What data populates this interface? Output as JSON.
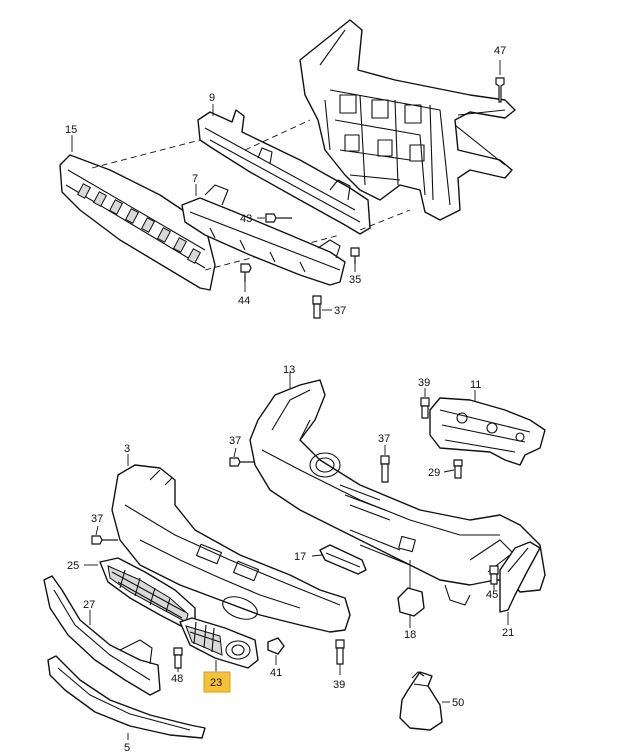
{
  "callouts": {
    "c47": "47",
    "c9": "9",
    "c15": "15",
    "c7": "7",
    "c43": "43",
    "c35": "35",
    "c44": "44",
    "c37_top": "37",
    "c13": "13",
    "c39_right": "39",
    "c11": "11",
    "c37_mid_left": "37",
    "c3": "3",
    "c37_mid_right": "37",
    "c29": "29",
    "c37_left": "37",
    "c17": "17",
    "c25": "25",
    "c27": "27",
    "c45": "45",
    "c18": "18",
    "c21": "21",
    "c48": "48",
    "c23": "23",
    "c41": "41",
    "c39_bottom": "39",
    "c50": "50",
    "c5": "5"
  },
  "highlight": {
    "part_number": "23",
    "color": "#f4c23a"
  }
}
